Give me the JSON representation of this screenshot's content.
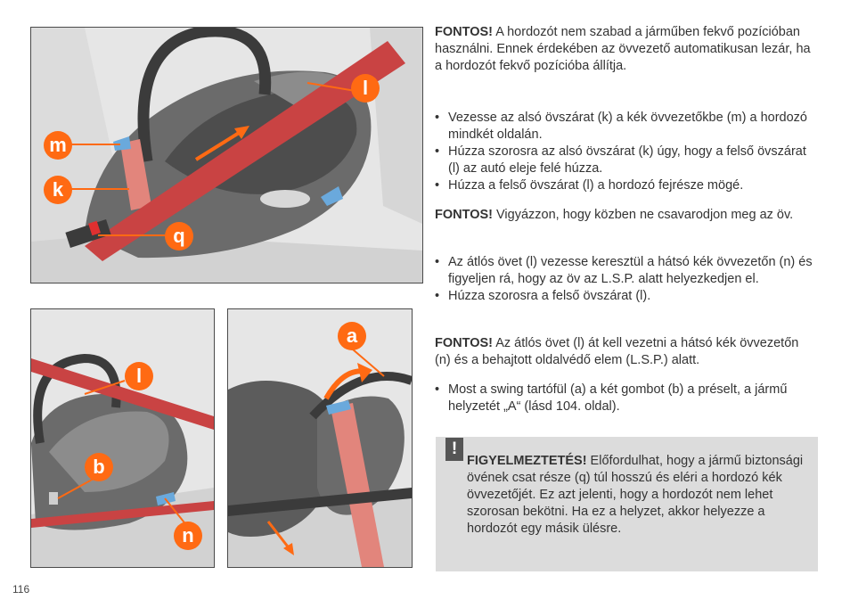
{
  "figures": {
    "top": {
      "labels": {
        "l": "l",
        "m": "m",
        "k": "k",
        "q": "q"
      }
    },
    "bottom_left": {
      "labels": {
        "l": "l",
        "b": "b",
        "n": "n"
      }
    },
    "bottom_right": {
      "labels": {
        "a": "a"
      }
    }
  },
  "paragraphs": {
    "p1": {
      "strong": "FONTOS!",
      "text": " A hordozót nem szabad a járműben fekvő pozícióban használni. Ennek érdekében az övvezető automatikusan lezár, ha a hordozót fekvő pozícióba állítja."
    },
    "bullets1": [
      "Vezesse az alsó övszárat (k) a kék övvezetőkbe (m) a hordozó mindkét oldalán.",
      "Húzza szorosra az alsó övszárat (k) úgy, hogy a felső övszárat (l) az autó eleje felé húzza.",
      "Húzza a felső övszárat (l) a hordozó fejrésze mögé."
    ],
    "p2": {
      "strong": "FONTOS!",
      "text": " Vigyázzon, hogy közben ne csavarodjon meg az öv."
    },
    "bullets2": [
      "Az átlós övet (l) vezesse keresztül a hátsó kék övvezetőn (n) és figyeljen rá, hogy az öv az L.S.P. alatt helyezkedjen el.",
      "Húzza szorosra a felső övszárat (l)."
    ],
    "p3": {
      "strong": "FONTOS!",
      "text": " Az átlós övet (l) át kell vezetni a hátsó kék övvezetőn (n) és a behajtott oldalvédő elem (L.S.P.) alatt."
    },
    "bullets3": [
      "Most a swing tartófül (a) a két gombot (b) a préselt, a jármű helyzetét „A“ (lásd 104. oldal)."
    ]
  },
  "warning": {
    "mark": "!",
    "strong": "FIGYELMEZTETÉS!",
    "text": " Előfordulhat, hogy a jármű biztonsági övének csat része (q) túl hosszú és eléri a hordozó kék övvezetőjét. Ez azt jelenti, hogy a hordozót nem lehet szorosan bekötni. Ha ez a helyzet, akkor helyezze a hordozót egy másik ülésre."
  },
  "page_number": "116",
  "colors": {
    "accent_orange": "#ff6a13",
    "belt_red": "#c94343",
    "guide_blue": "#6aa9dc",
    "warning_bg": "#dcdcdc"
  }
}
